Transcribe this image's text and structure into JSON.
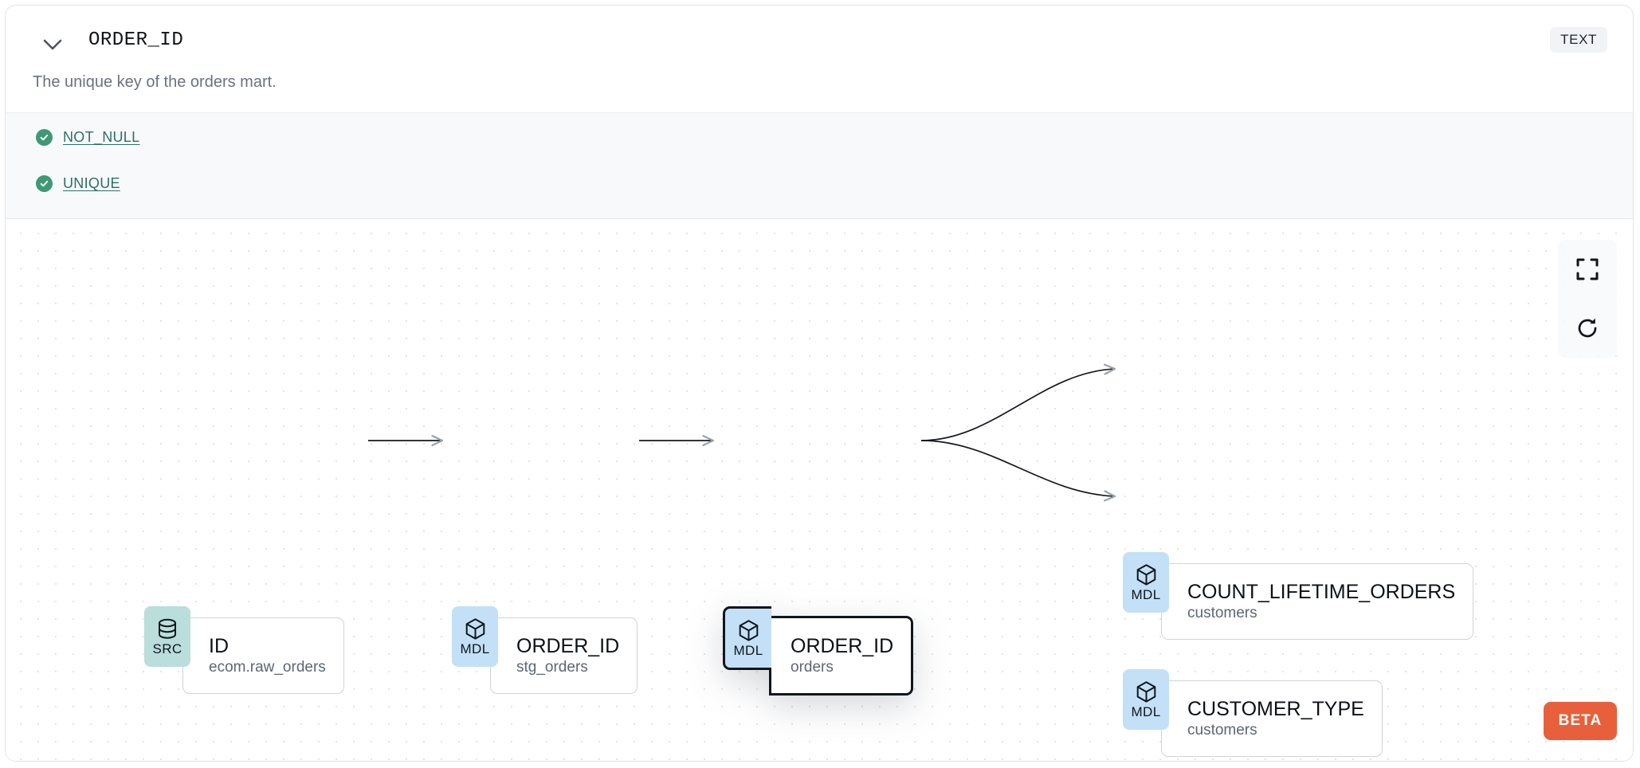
{
  "header": {
    "chevron_icon": "chevron-down-icon",
    "title": "ORDER_ID",
    "type_badge": "TEXT",
    "description": "The unique key of the orders mart."
  },
  "tests": [
    {
      "status_icon": "check-circle-icon",
      "label": "NOT_NULL"
    },
    {
      "status_icon": "check-circle-icon",
      "label": "UNIQUE"
    }
  ],
  "lineage": {
    "nodes": [
      {
        "id": "src",
        "kind": "SRC",
        "kind_icon": "database-icon",
        "name": "ID",
        "model": "ecom.raw_orders",
        "selected": false
      },
      {
        "id": "stg",
        "kind": "MDL",
        "kind_icon": "cube-icon",
        "name": "ORDER_ID",
        "model": "stg_orders",
        "selected": false
      },
      {
        "id": "orders",
        "kind": "MDL",
        "kind_icon": "cube-icon",
        "name": "ORDER_ID",
        "model": "orders",
        "selected": true
      },
      {
        "id": "count",
        "kind": "MDL",
        "kind_icon": "cube-icon",
        "name": "COUNT_LIFETIME_ORDERS",
        "model": "customers",
        "selected": false
      },
      {
        "id": "custtype",
        "kind": "MDL",
        "kind_icon": "cube-icon",
        "name": "CUSTOMER_TYPE",
        "model": "customers",
        "selected": false
      }
    ]
  },
  "controls": [
    {
      "name": "fit-view-button",
      "icon": "fit-screen-icon"
    },
    {
      "name": "refresh-button",
      "icon": "refresh-icon"
    }
  ],
  "beta_badge": "BETA",
  "colors": {
    "src_badge": "#b9dedb",
    "mdl_badge": "#c3e0f7",
    "test_pass": "#3f9876",
    "test_link": "#2b6f69",
    "beta": "#e7603b",
    "selected_outline": "#11161d"
  }
}
